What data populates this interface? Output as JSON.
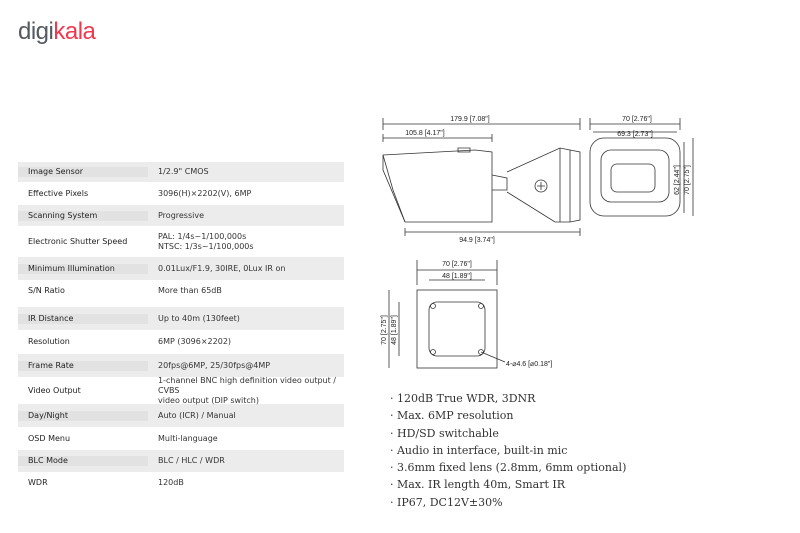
{
  "logo": {
    "part1": "digi",
    "part2": "kala"
  },
  "specs": [
    {
      "label": "Image Sensor",
      "value": [
        "1/2.9\" CMOS"
      ]
    },
    {
      "label": "Effective Pixels",
      "value": [
        "3096(H)×2202(V), 6MP"
      ]
    },
    {
      "label": "Scanning System",
      "value": [
        "Progressive"
      ]
    },
    {
      "label": "Electronic Shutter Speed",
      "value": [
        "PAL: 1/4s~1/100,000s",
        "NTSC: 1/3s~1/100,000s"
      ]
    },
    {
      "label": "Minimum Illumination",
      "value": [
        "0.01Lux/F1.9, 30IRE, 0Lux IR on"
      ]
    },
    {
      "label": "S/N Ratio",
      "value": [
        "More than 65dB"
      ]
    },
    {
      "label": "IR Distance",
      "value": [
        "Up to 40m (130feet)"
      ]
    },
    {
      "label": "Resolution",
      "value": [
        "6MP (3096×2202)"
      ]
    },
    {
      "label": "Frame Rate",
      "value": [
        "20fps@6MP, 25/30fps@4MP"
      ]
    },
    {
      "label": "Video Output",
      "value": [
        "1-channel BNC high definition video output / CVBS",
        "video output (DIP switch)"
      ]
    },
    {
      "label": "Day/Night",
      "value": [
        "Auto (ICR) / Manual"
      ]
    },
    {
      "label": "OSD Menu",
      "value": [
        "Multi-language"
      ]
    },
    {
      "label": "BLC Mode",
      "value": [
        "BLC / HLC / WDR"
      ]
    },
    {
      "label": "WDR",
      "value": [
        "120dB"
      ]
    }
  ],
  "dimensions": {
    "total_length": "179.9 [7.08\"]",
    "housing_length": "105.8 [4.17\"]",
    "bracket_length": "94.9 [3.74\"]",
    "front_width": "70 [2.76\"]",
    "front_inner_width": "69.3 [2.73\"]",
    "front_height_inner": "62 [2.44\"]",
    "front_height": "70 [2.75\"]",
    "base_width": "70 [2.76\"]",
    "base_hole_spacing": "48 [1.89\"]",
    "base_height": "70 [2.75\"]",
    "base_hole_vspacing": "48 [1.89\"]",
    "mount_holes": "4-⌀4.6 [⌀0.18\"]"
  },
  "features": [
    "· 120dB True WDR, 3DNR",
    "· Max. 6MP resolution",
    "· HD/SD switchable",
    "· Audio in interface, built-in mic",
    "· 3.6mm fixed lens (2.8mm, 6mm optional)",
    "· Max. IR length 40m, Smart IR",
    "· IP67, DC12V±30%"
  ]
}
